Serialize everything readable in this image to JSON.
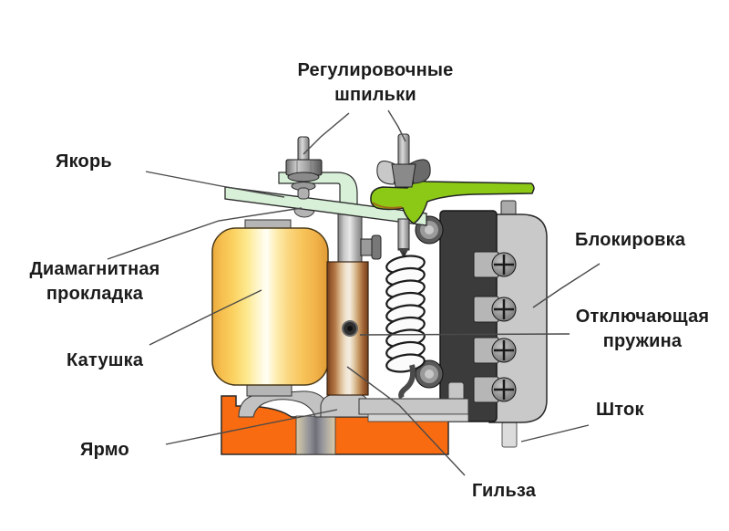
{
  "diagram": {
    "kind": "labeled technical cutaway diagram of an electromagnetic relay/drive",
    "language": "ru"
  },
  "labels": {
    "studs": "Регулировочные\nшпильки",
    "armature": "Якорь",
    "spacer": "Диамагнитная\nпрокладка",
    "coil": "Катушка",
    "yoke": "Ярмо",
    "sleeve": "Гильза",
    "lock": "Блокировка",
    "spring": "Отключающая\nпружина",
    "rod": "Шток"
  },
  "colors": {
    "yoke_orange": "#F96B10",
    "lever_green": "#8BC916",
    "armature_mint": "#D8EFD8",
    "coil_yellow": "#F8CA5A",
    "sleeve_copper": "#B57440",
    "block_dark": "#3B3B3B",
    "block_light": "#C9C9C9",
    "metal_gray": "#B8B8B8",
    "leader_line": "#4A4A4A",
    "text_color": "#1B1B1B"
  }
}
